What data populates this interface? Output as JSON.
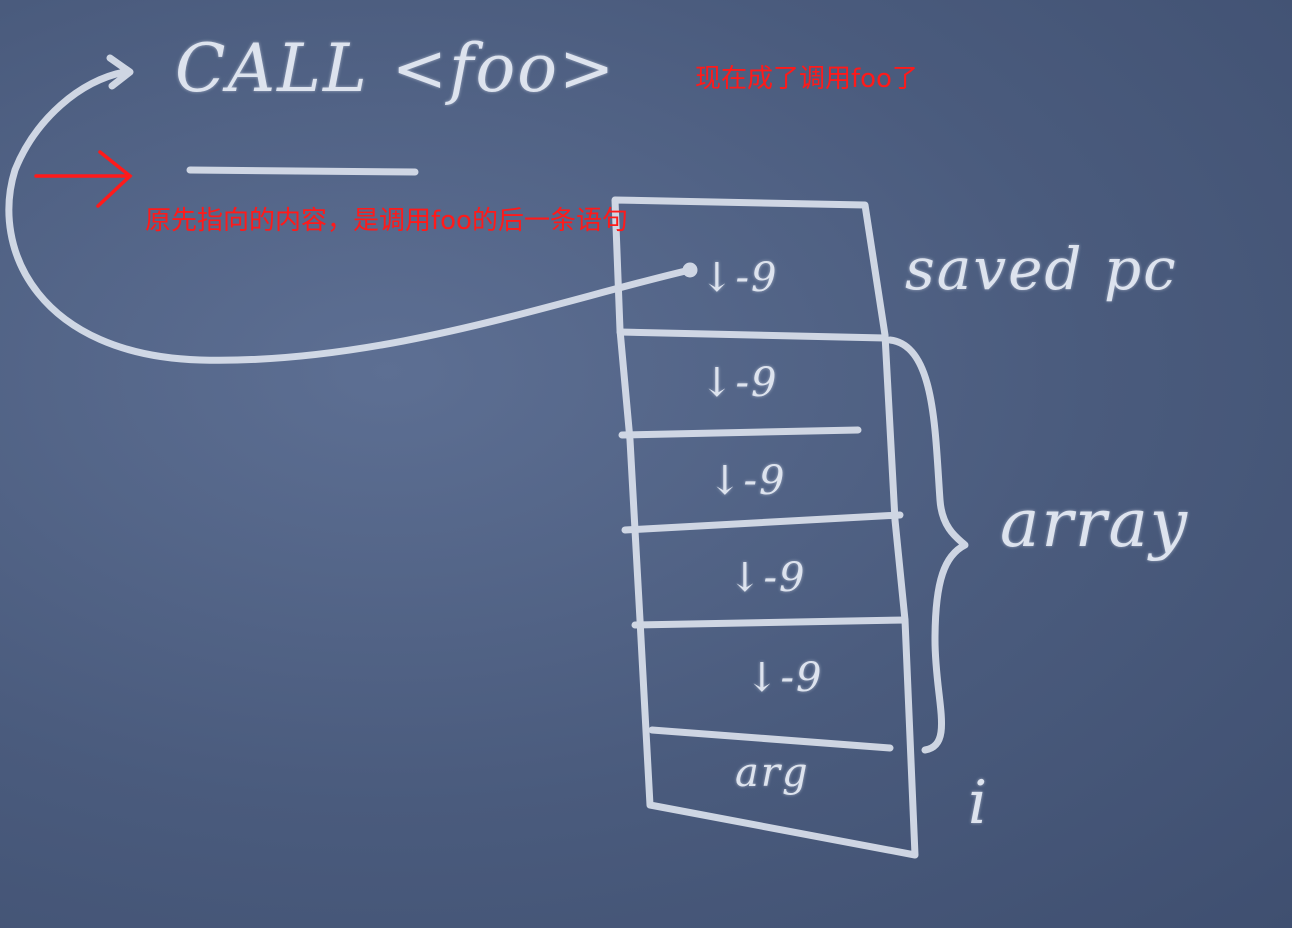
{
  "board": {
    "call_text": "CALL <foo>",
    "saved_pc_label": "saved pc",
    "array_label": "array",
    "index_label": "i",
    "cells": [
      "↓-9",
      "↓-9",
      "↓-9",
      "↓-9",
      "↓-9",
      "arg"
    ]
  },
  "annotations": {
    "top_note": "现在成了调用foo了",
    "arrow_note": "原先指向的内容，是调用foo的后一条语句"
  },
  "colors": {
    "board": "#4a5b7d",
    "chalk": "#dde3ee",
    "annotation": "#ff1a1a"
  }
}
